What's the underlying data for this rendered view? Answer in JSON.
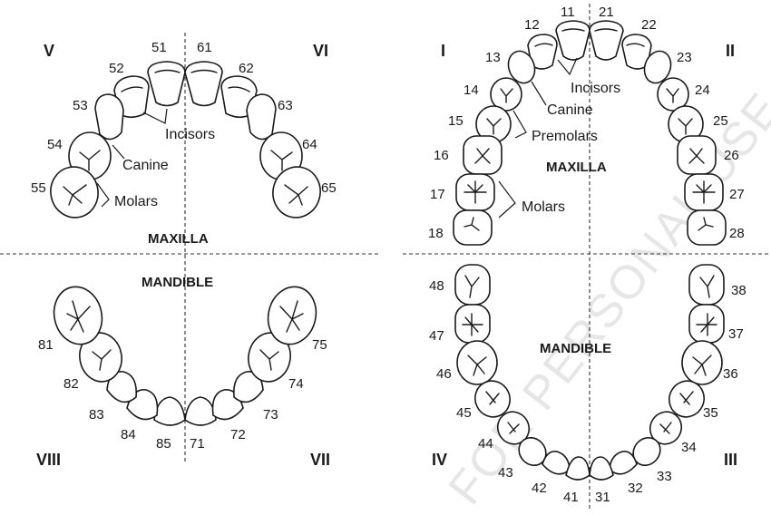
{
  "watermark": "FOR PERSONAL USE",
  "quadrants": {
    "q1": "I",
    "q2": "II",
    "q3": "III",
    "q4": "IV",
    "q5": "V",
    "q6": "VI",
    "q7": "VII",
    "q8": "VIII"
  },
  "primary": {
    "maxilla_label": "MAXILLA",
    "mandible_label": "MANDIBLE",
    "labels": {
      "incisors": "Incisors",
      "canine": "Canine",
      "molars": "Molars"
    },
    "upper_teeth": [
      "51",
      "52",
      "53",
      "54",
      "55",
      "61",
      "62",
      "63",
      "64",
      "65"
    ],
    "lower_teeth": [
      "71",
      "72",
      "73",
      "74",
      "75",
      "81",
      "82",
      "83",
      "84",
      "85"
    ]
  },
  "permanent": {
    "maxilla_label": "MAXILLA",
    "mandible_label": "MANDIBLE",
    "labels": {
      "incisors": "Incisors",
      "canine": "Canine",
      "premolars": "Premolars",
      "molars": "Molars"
    },
    "upper_teeth": [
      "11",
      "12",
      "13",
      "14",
      "15",
      "16",
      "17",
      "18",
      "21",
      "22",
      "23",
      "24",
      "25",
      "26",
      "27",
      "28"
    ],
    "lower_teeth": [
      "31",
      "32",
      "33",
      "34",
      "35",
      "36",
      "37",
      "38",
      "41",
      "42",
      "43",
      "44",
      "45",
      "46",
      "47",
      "48"
    ]
  }
}
